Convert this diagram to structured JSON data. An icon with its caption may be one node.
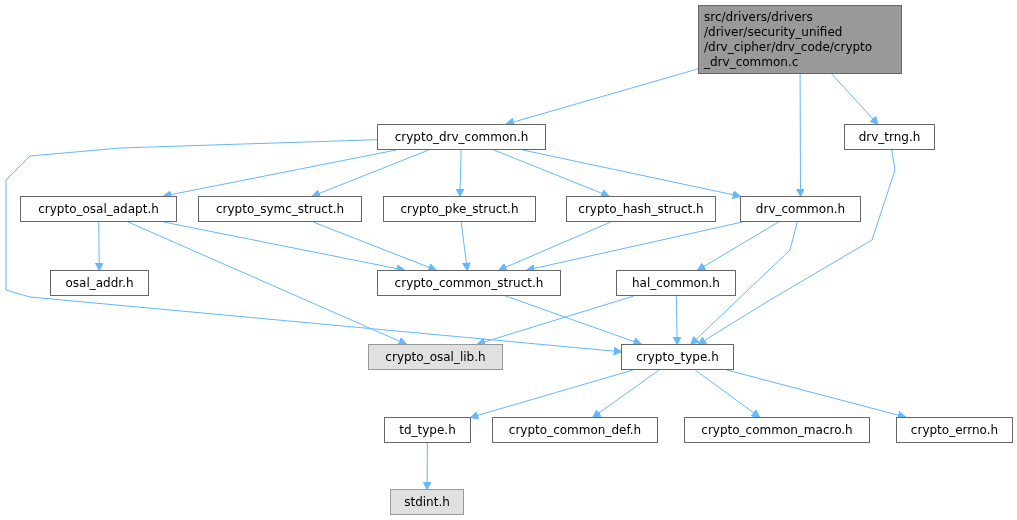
{
  "diagram": {
    "nodes": [
      {
        "text": [
          "src/drivers/drivers /driver/security_unified /drv_cipher/drv_code/crypto _drv_common.c"
        ]
      },
      {
        "text": [
          "crypto_drv_common.h"
        ]
      },
      {
        "text": [
          "drv_trng.h"
        ]
      },
      {
        "text": [
          "crypto_osal_adapt.h"
        ]
      },
      {
        "text": [
          "crypto_symc_struct.h"
        ]
      },
      {
        "text": [
          "crypto_pke_struct.h"
        ]
      },
      {
        "text": [
          "crypto_hash_struct.h"
        ]
      },
      {
        "text": [
          "drv_common.h"
        ]
      },
      {
        "text": [
          "osal_addr.h"
        ]
      },
      {
        "text": [
          "crypto_common_struct.h"
        ]
      },
      {
        "text": [
          "hal_common.h"
        ]
      },
      {
        "text": [
          "crypto_osal_lib.h"
        ]
      },
      {
        "text": [
          "crypto_type.h"
        ]
      },
      {
        "text": [
          "td_type.h"
        ]
      },
      {
        "text": [
          "crypto_common_def.h"
        ]
      },
      {
        "text": [
          "crypto_common_macro.h"
        ]
      },
      {
        "text": [
          "crypto_errno.h"
        ]
      },
      {
        "text": [
          "stdint.h"
        ]
      }
    ],
    "edges": [
      {
        "from": 0,
        "to": 1,
        "arrow": "to"
      },
      {
        "from": 0,
        "to": 7,
        "arrow": "to"
      },
      {
        "from": 0,
        "to": 2,
        "arrow": "to"
      },
      {
        "from": 1,
        "to": 3,
        "arrow": "to"
      },
      {
        "from": 1,
        "to": 4,
        "arrow": "to"
      },
      {
        "from": 1,
        "to": 5,
        "arrow": "to"
      },
      {
        "from": 1,
        "to": 6,
        "arrow": "to"
      },
      {
        "from": 1,
        "to": 7,
        "arrow": "to"
      },
      {
        "from": 1,
        "to": 12,
        "arrow": "to"
      },
      {
        "from": 2,
        "to": 12,
        "arrow": "to"
      },
      {
        "from": 3,
        "to": 8,
        "arrow": "to"
      },
      {
        "from": 3,
        "to": 9,
        "arrow": "to"
      },
      {
        "from": 3,
        "to": 11,
        "arrow": "to"
      },
      {
        "from": 4,
        "to": 9,
        "arrow": "to"
      },
      {
        "from": 5,
        "to": 9,
        "arrow": "to"
      },
      {
        "from": 6,
        "to": 9,
        "arrow": "to"
      },
      {
        "from": 7,
        "to": 9,
        "arrow": "to"
      },
      {
        "from": 7,
        "to": 10,
        "arrow": "to"
      },
      {
        "from": 7,
        "to": 12,
        "arrow": "to"
      },
      {
        "from": 9,
        "to": 12,
        "arrow": "to"
      },
      {
        "from": 10,
        "to": 11,
        "arrow": "to"
      },
      {
        "from": 10,
        "to": 12,
        "arrow": "to"
      },
      {
        "from": 12,
        "to": 13,
        "arrow": "to"
      },
      {
        "from": 12,
        "to": 14,
        "arrow": "to"
      },
      {
        "from": 12,
        "to": 15,
        "arrow": "to"
      },
      {
        "from": 12,
        "to": 16,
        "arrow": "to"
      },
      {
        "from": 13,
        "to": 17,
        "arrow": "to"
      }
    ]
  }
}
